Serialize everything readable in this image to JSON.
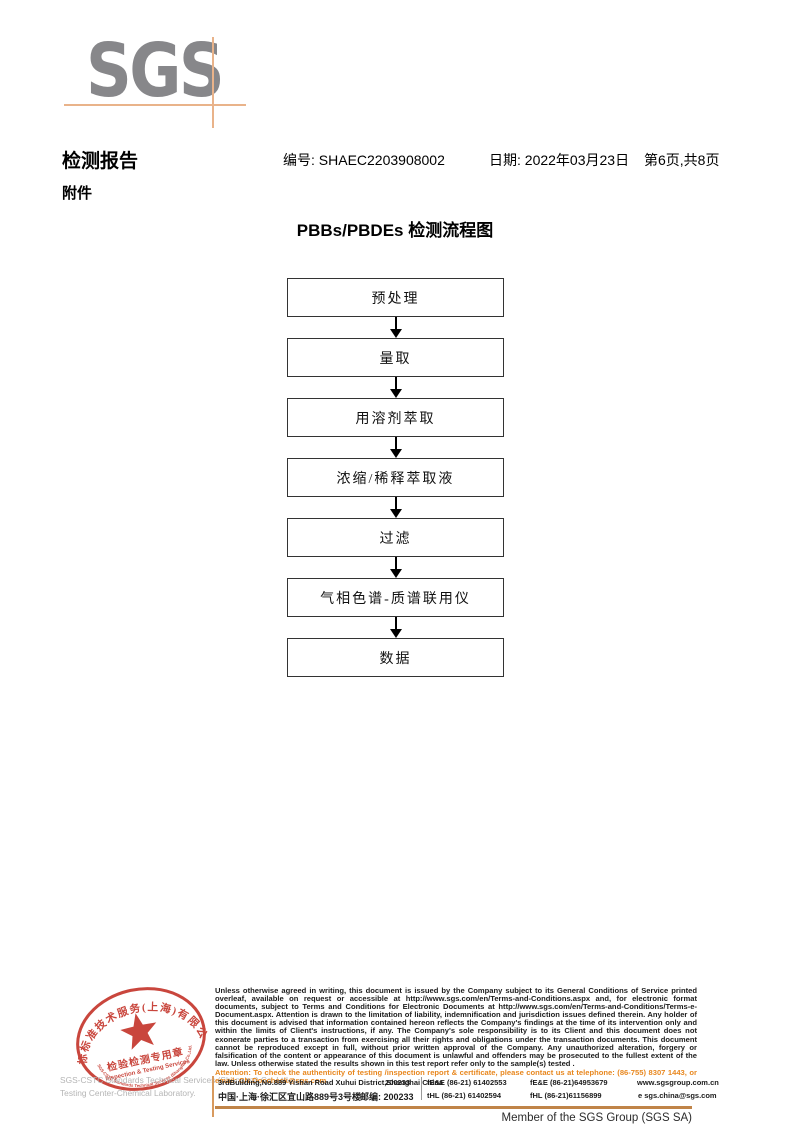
{
  "logo": {
    "text": "SGS"
  },
  "header": {
    "report_title": "检测报告",
    "report_no_label": "编号:",
    "report_no": "SHAEC2203908002",
    "date_label": "日期:",
    "date": "2022年03月23日",
    "page_info": "第6页,共8页",
    "attachment_label": "附件"
  },
  "flowchart": {
    "title": "PBBs/PBDEs 检测流程图",
    "steps": [
      "预处理",
      "量取",
      "用溶剂萃取",
      "浓缩/稀释萃取液",
      "过滤",
      "气相色谱-质谱联用仪",
      "数据"
    ]
  },
  "stamp": {
    "ring_text_top": "通标标准技术服务(上海)有限公司",
    "ring_text_bottom": "SGS-CSTC Standards Technical Services (Shanghai) Co.,Ltd.",
    "seal_line1": "检验检测专用章",
    "seal_line2": "Inspection & Testing Services",
    "color_red": "#c5392f"
  },
  "footer": {
    "disclaimer": "Unless otherwise agreed in writing, this document is issued by the Company subject to its General Conditions of Service printed overleaf, available on request or accessible at http://www.sgs.com/en/Terms-and-Conditions.aspx and, for electronic format documents, subject to Terms and Conditions for Electronic Documents at http://www.sgs.com/en/Terms-and-Conditions/Terms-e-Document.aspx. Attention is drawn to the limitation of liability, indemnification and jurisdiction issues defined therein. Any holder of this document is advised that information contained hereon reflects the Company's findings at the time of its intervention only and within the limits of Client's instructions, if any. The Company's sole responsibility is to its Client and this document does not exonerate parties to a transaction from exercising all their rights and obligations under the transaction documents. This document cannot be reproduced except in full, without prior written approval of the Company. Any unauthorized alteration, forgery or falsification of the content or appearance of this document is unlawful and offenders may be prosecuted to the fullest extent of the law. Unless otherwise stated the results shown in this test report refer only to the sample(s) tested .",
    "attention": "Attention: To check the authenticity of testing /inspection report & certificate, please contact us at telephone: (86-755) 8307 1443, or email: CN.Doccheck@sgs.com",
    "address_en": "3rdBuilding,No.889 Yishan Road Xuhui District,Shanghai China",
    "postcode_en": "200233",
    "tel_en": "tE&E (86-21) 61402553",
    "fax_en": "fE&E (86-21)64953679",
    "website": "www.sgsgroup.com.cn",
    "address_cn": "中国·上海·徐汇区宜山路889号3号楼",
    "postcode_cn": "邮编: 200233",
    "tel_cn": "tHL (86-21) 61402594",
    "fax_cn": "fHL (86-21)61156899",
    "email": "e sgs.china@sgs.com",
    "member": "Member of the SGS Group (SGS SA)",
    "company_line1": "SGS-CSTC Standards Technical Services (Shanghai) Co.,Ltd.",
    "company_line2": "Testing Center-Chemical Laboratory."
  },
  "colors": {
    "logo_gray": "#87878a",
    "accent_orange": "#e9b38a",
    "stamp_red": "#c5392f",
    "attention_orange": "#e8871e",
    "footer_rule_tan": "#c08448"
  }
}
